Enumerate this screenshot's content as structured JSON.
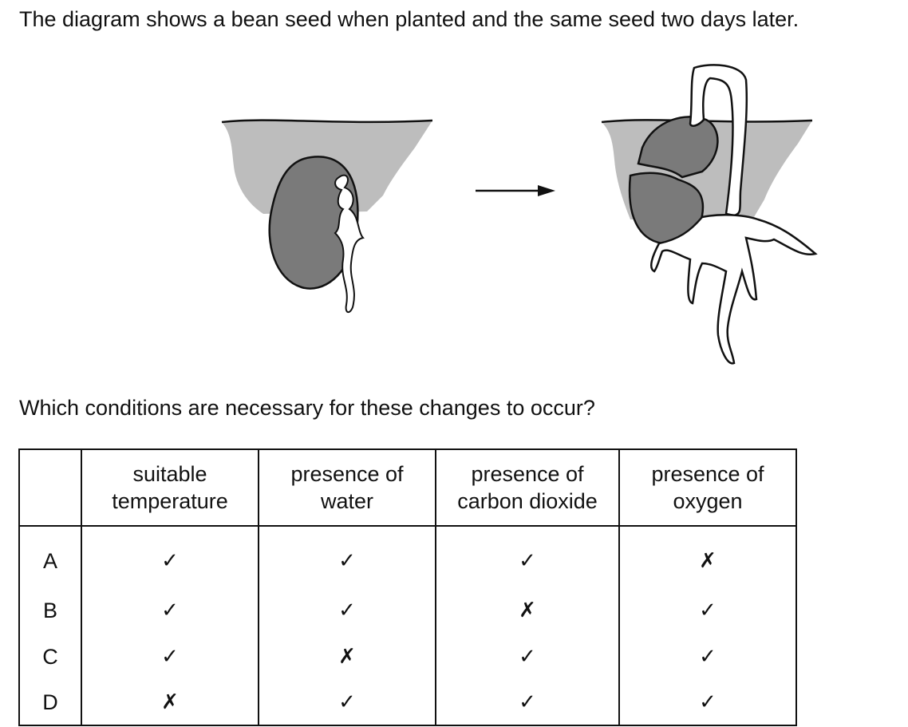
{
  "intro_text": "The diagram shows a bean seed when planted and the same seed two days later.",
  "question_text": "Which conditions are necessary for these changes to occur?",
  "table": {
    "headers": [
      [
        "",
        ""
      ],
      [
        "suitable",
        "temperature"
      ],
      [
        "presence of",
        "water"
      ],
      [
        "presence of",
        "carbon dioxide"
      ],
      [
        "presence of",
        "oxygen"
      ]
    ],
    "rows": [
      {
        "letter": "A",
        "marks": [
          "✓",
          "✓",
          "✓",
          "✗"
        ]
      },
      {
        "letter": "B",
        "marks": [
          "✓",
          "✓",
          "✗",
          "✓"
        ]
      },
      {
        "letter": "C",
        "marks": [
          "✓",
          "✗",
          "✓",
          "✓"
        ]
      },
      {
        "letter": "D",
        "marks": [
          "✗",
          "✓",
          "✓",
          "✓"
        ]
      }
    ]
  },
  "colors": {
    "soil": "#bdbdbd",
    "seed": "#7a7a7a",
    "outline": "#111111",
    "root": "#ffffff"
  }
}
